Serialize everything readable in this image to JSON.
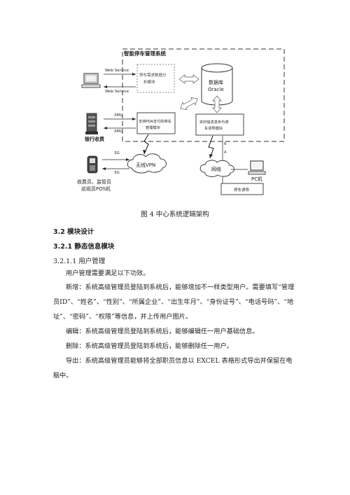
{
  "diagram": {
    "system_title": "智能停车管理系统",
    "analysis_module": [
      "停车需求数据分",
      "析模块"
    ],
    "database": [
      "数据库",
      "Oracle"
    ],
    "pda_module": [
      "支持PDA支付的停车",
      "管理模块"
    ],
    "publish_module": [
      "实时信息发布与停",
      "车诱导模块"
    ],
    "web_service_top": "Web Service",
    "web_service_bottom": "Web Service",
    "xml_top": "XML",
    "xml_bottom": "XML",
    "bank_label": "银行收费",
    "vpn_label": "无线VPN",
    "g3_top": "3G",
    "g3_bottom": "3G",
    "pos_label": [
      "收费员、监管员",
      "巡视员POS机"
    ],
    "network_label": "网络",
    "pc_label": "PC机",
    "guide_label": "停车诱导",
    "link_r": "R",
    "link_a": "A"
  },
  "caption": "图  4  中心系统逻辑架构",
  "section_32": "3.2 模块设计",
  "section_321": "3.2.1 静态信息模块",
  "section_3211": "3.2.1.1 用户管理",
  "para_intro": "用户管理需要满足以下功效。",
  "para_add": "新增：系统高级管理员登陆到系统后，能够增加不一样类型用户。需要填写“管理员ID”、“姓名”、“性别”、“所属企业”、“出生年月”、“身份证号”、“电话号码”、“地址”、“密码”、“权限”等信息，并上传用户图片。",
  "para_edit": "编辑：系统高级管理员登陆到系统后，能够编辑任一用户基础信息。",
  "para_delete": "删除：系统高级管理员登陆到系统后，能够删除任一用户。",
  "para_export": "导出：系统高级管理员能够将全部职员信息以 EXCEL 表格形式导出并保留在电脑中。"
}
